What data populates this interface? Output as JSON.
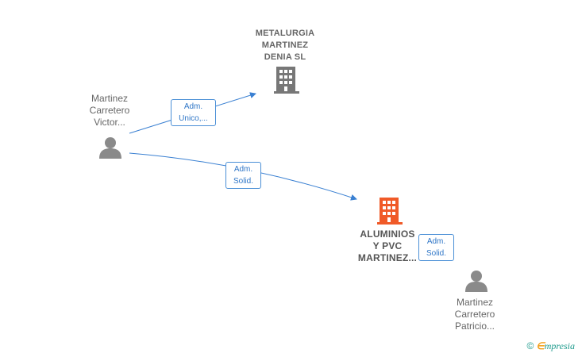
{
  "nodes": {
    "company_metalurgia": {
      "label": "METALURGIA\nMARTINEZ\nDENIA  SL",
      "color": "#777777",
      "icon": "building-icon"
    },
    "company_aluminios": {
      "label": "ALUMINIOS\nY PVC\nMARTINEZ...",
      "color": "#f05a28",
      "icon": "building-icon"
    },
    "person_victor": {
      "label": "Martinez\nCarretero\nVictor...",
      "icon": "person-icon"
    },
    "person_patricio": {
      "label": "Martinez\nCarretero\nPatricio...",
      "icon": "person-icon"
    }
  },
  "edges": {
    "victor_metalurgia": {
      "label": "Adm.\nUnico,..."
    },
    "victor_aluminios": {
      "label": "Adm.\nSolid."
    },
    "patricio_aluminios": {
      "label": "Adm.\nSolid."
    }
  },
  "colors": {
    "edge": "#3a80d2",
    "person": "#8a8a8a"
  },
  "brand": {
    "copyright": "©",
    "name_initial": "∈",
    "name_rest": "mpresia"
  }
}
